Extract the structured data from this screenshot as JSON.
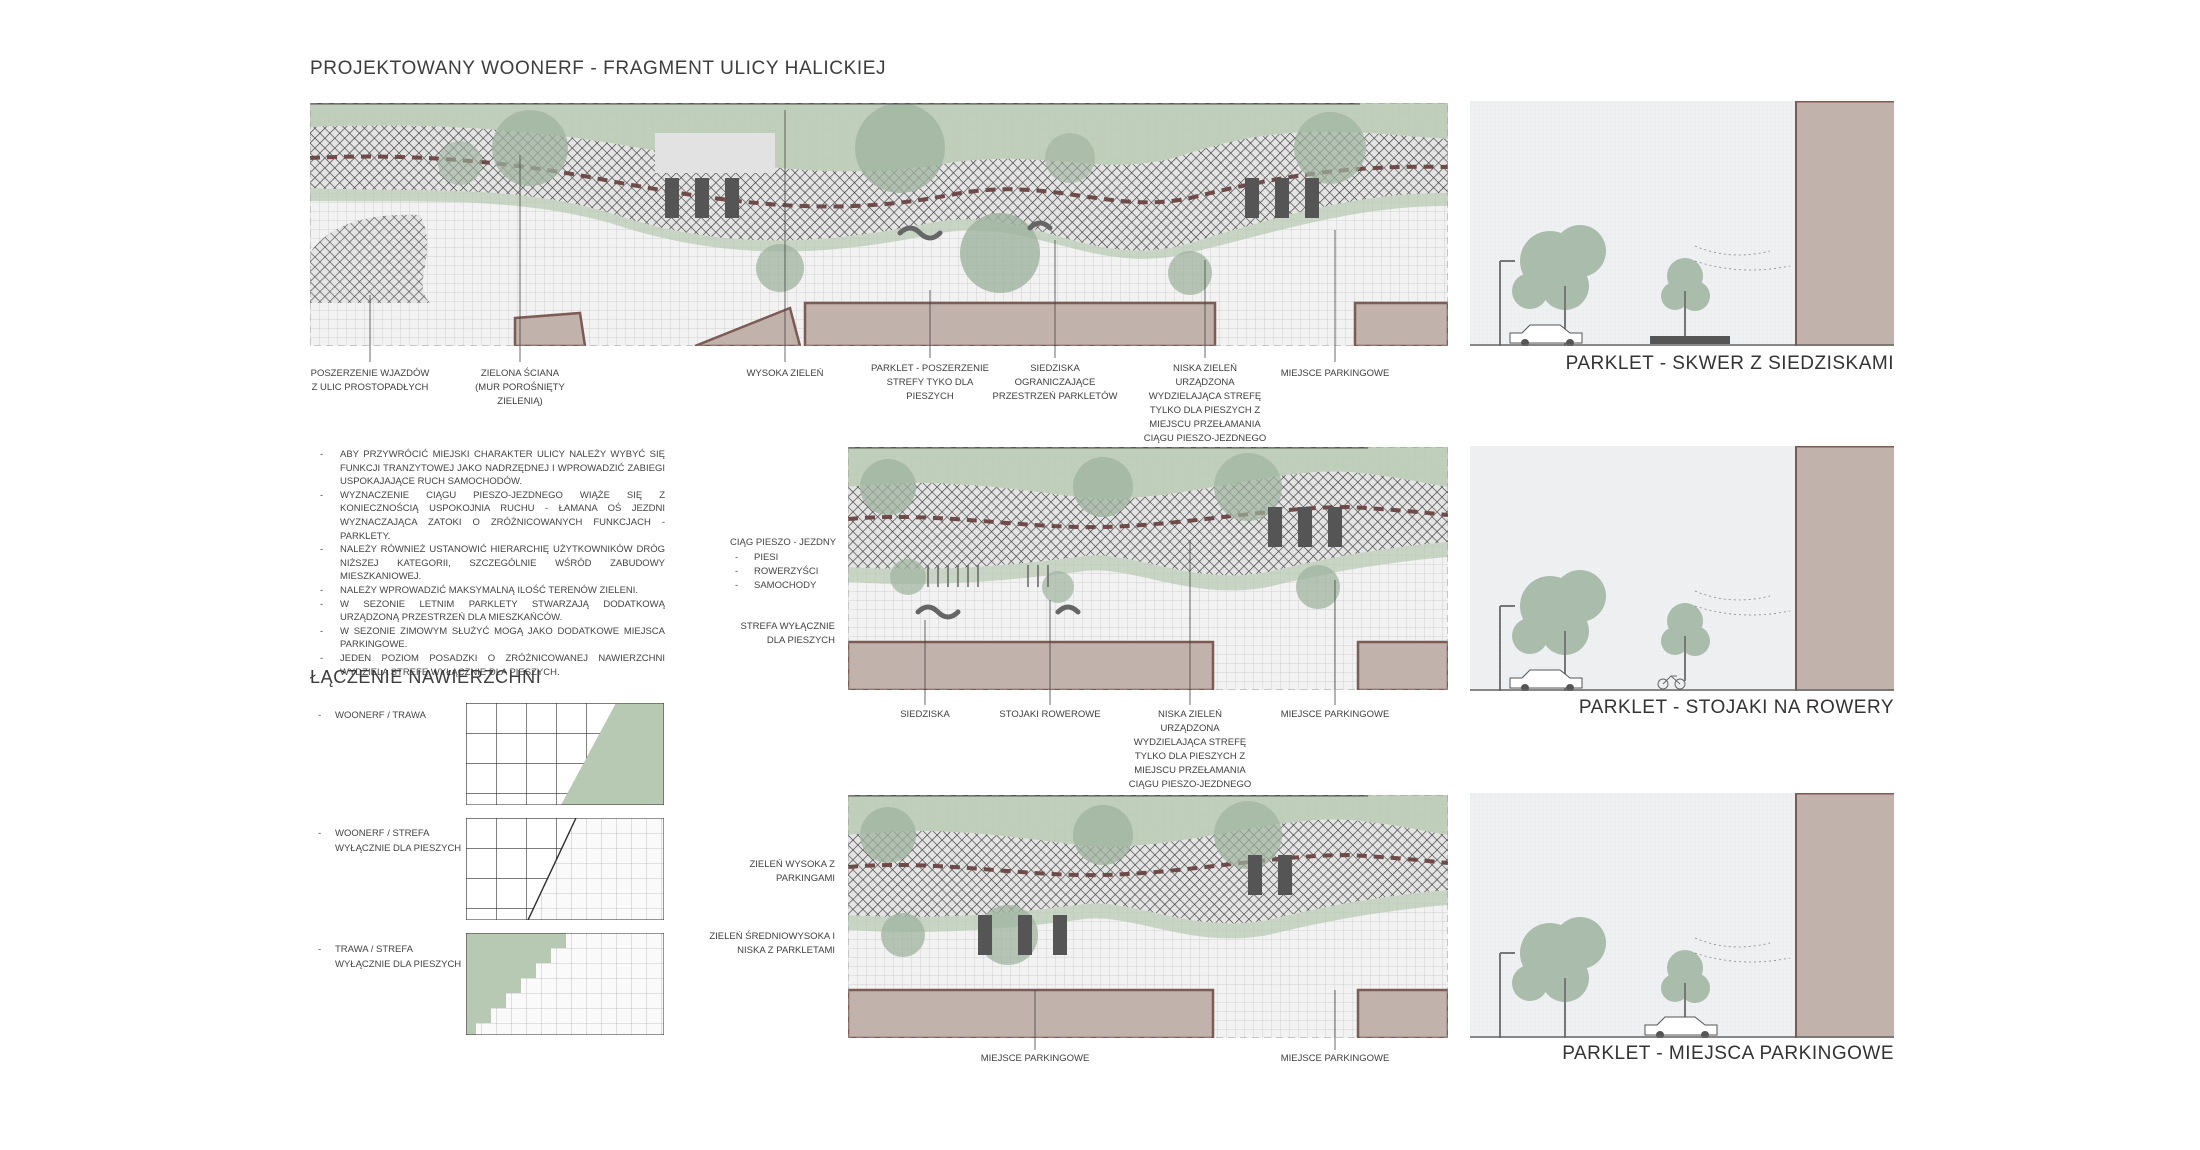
{
  "header": {
    "title": "PROJEKTOWANY WOONERF - FRAGMENT ULICY HALICKIEJ"
  },
  "plan_top_labels": [
    {
      "text": "POSZERZENIE WJAZDÓW\nZ ULIC PROSTOPADŁYCH"
    },
    {
      "text": "ZIELONA ŚCIANA\n(MUR POROŚNIĘTY\nZIELENIĄ)"
    },
    {
      "text": "WYSOKA ZIELEŃ"
    },
    {
      "text": "PARKLET - POSZERZENIE\nSTREFY TYKO DLA\nPIESZYCH"
    },
    {
      "text": "SIEDZISKA\nOGRANICZAJĄCE\nPRZESTRZEŃ PARKLETÓW"
    },
    {
      "text": "NISKA ZIELEŃ\nURZĄDZONA\nWYDZIELAJĄCA STREFĘ\nTYLKO DLA PIESZYCH Z\nMIEJSCU PRZEŁAMANIA\nCIĄGU PIESZO-JEZDNEGO"
    },
    {
      "text": "MIEJSCE PARKINGOWE"
    }
  ],
  "notes": [
    "ABY PRZYWRÓCIĆ MIEJSKI CHARAKTER ULICY NALEŻY WYBYĆ SIĘ FUNKCJI TRANZYTOWEJ JAKO NADRZĘDNEJ I WPROWADZIĆ ZABIEGI USPOKAJAJĄCE RUCH SAMOCHODÓW.",
    "WYZNACZENIE CIĄGU PIESZO-JEZDNEGO WIĄŻE SIĘ Z KONIECZNOŚCIĄ USPOKOJNIA RUCHU - ŁAMANA OŚ JEZDNI WYZNACZAJĄCA ZATOKI O ZRÓŻNICOWANYCH FUNKCJACH - PARKLETY.",
    "NALEŻY RÓWNIEŻ USTANOWIĆ HIERARCHIĘ UŻYTKOWNIKÓW DRÓG NIŻSZEJ KATEGORII, SZCZEGÓLNIE WŚRÓD ZABUDOWY MIESZKANIOWEJ.",
    "NALEŻY WPROWADZIĆ MAKSYMALNĄ ILOŚĆ TERENÓW ZIELENI.",
    "W SEZONIE LETNIM PARKLETY STWARZAJĄ DODATKOWĄ URZĄDZONĄ PRZESTRZEŃ DLA MIESZKAŃCÓW.",
    "W SEZONIE ZIMOWYM SŁUŻYĆ MOGĄ JAKO DODATKOWE MIEJSCA PARKINGOWE.",
    "JEDEN POZIOM POSADZKI O ZRÓŻNICOWANEJ NAWIERZCHNI WYDZIELA STREFĘ WYŁĄCZNIE DLA PIESZYCH."
  ],
  "plan_middle_side": {
    "heading": "CIĄG PIESZO - JEZDNY",
    "items": [
      "PIESI",
      "ROWERZYŚCI",
      "SAMOCHODY"
    ],
    "zone": "STREFA WYŁĄCZNIE\nDLA PIESZYCH"
  },
  "plan_middle_labels": [
    {
      "text": "SIEDZISKA"
    },
    {
      "text": "STOJAKI ROWEROWE"
    },
    {
      "text": "NISKA ZIELEŃ\nURZĄDZONA\nWYDZIELAJĄCA STREFĘ\nTYLKO DLA PIESZYCH Z\nMIEJSCU PRZEŁAMANIA\nCIĄGU PIESZO-JEZDNEGO"
    },
    {
      "text": "MIEJSCE PARKINGOWE"
    }
  ],
  "plan_bottom_side": [
    {
      "text": "ZIELEŃ WYSOKA Z\nPARKINGAMI"
    },
    {
      "text": "ZIELEŃ ŚREDNIOWYSOKA I\nNISKA Z PARKLETAMI"
    }
  ],
  "plan_bottom_labels": [
    {
      "text": "MIEJSCE PARKINGOWE"
    },
    {
      "text": "MIEJSCE PARKINGOWE"
    }
  ],
  "surfaces": {
    "heading": "ŁĄCZENIE NAWIERZCHNI",
    "items": [
      {
        "label": "WOONERF / TRAWA"
      },
      {
        "label": "WOONERF / STREFA\nWYŁĄCZNIE DLA PIESZYCH"
      },
      {
        "label": "TRAWA / STREFA\nWYŁĄCZNIE DLA PIESZYCH"
      }
    ]
  },
  "sections": [
    {
      "caption": "PARKLET - SKWER Z SIEDZISKAMI"
    },
    {
      "caption": "PARKLET - STOJAKI NA ROWERY"
    },
    {
      "caption": "PARKLET - MIEJSCA PARKINGOWE"
    }
  ],
  "colors": {
    "green": "#b7c9b2",
    "tree": "#9fb39f",
    "building": "#c1b2ab",
    "building_edge": "#7d5b55",
    "paving": "#efefef",
    "sky": "#eef0f2",
    "dark": "#3b3b3b"
  }
}
